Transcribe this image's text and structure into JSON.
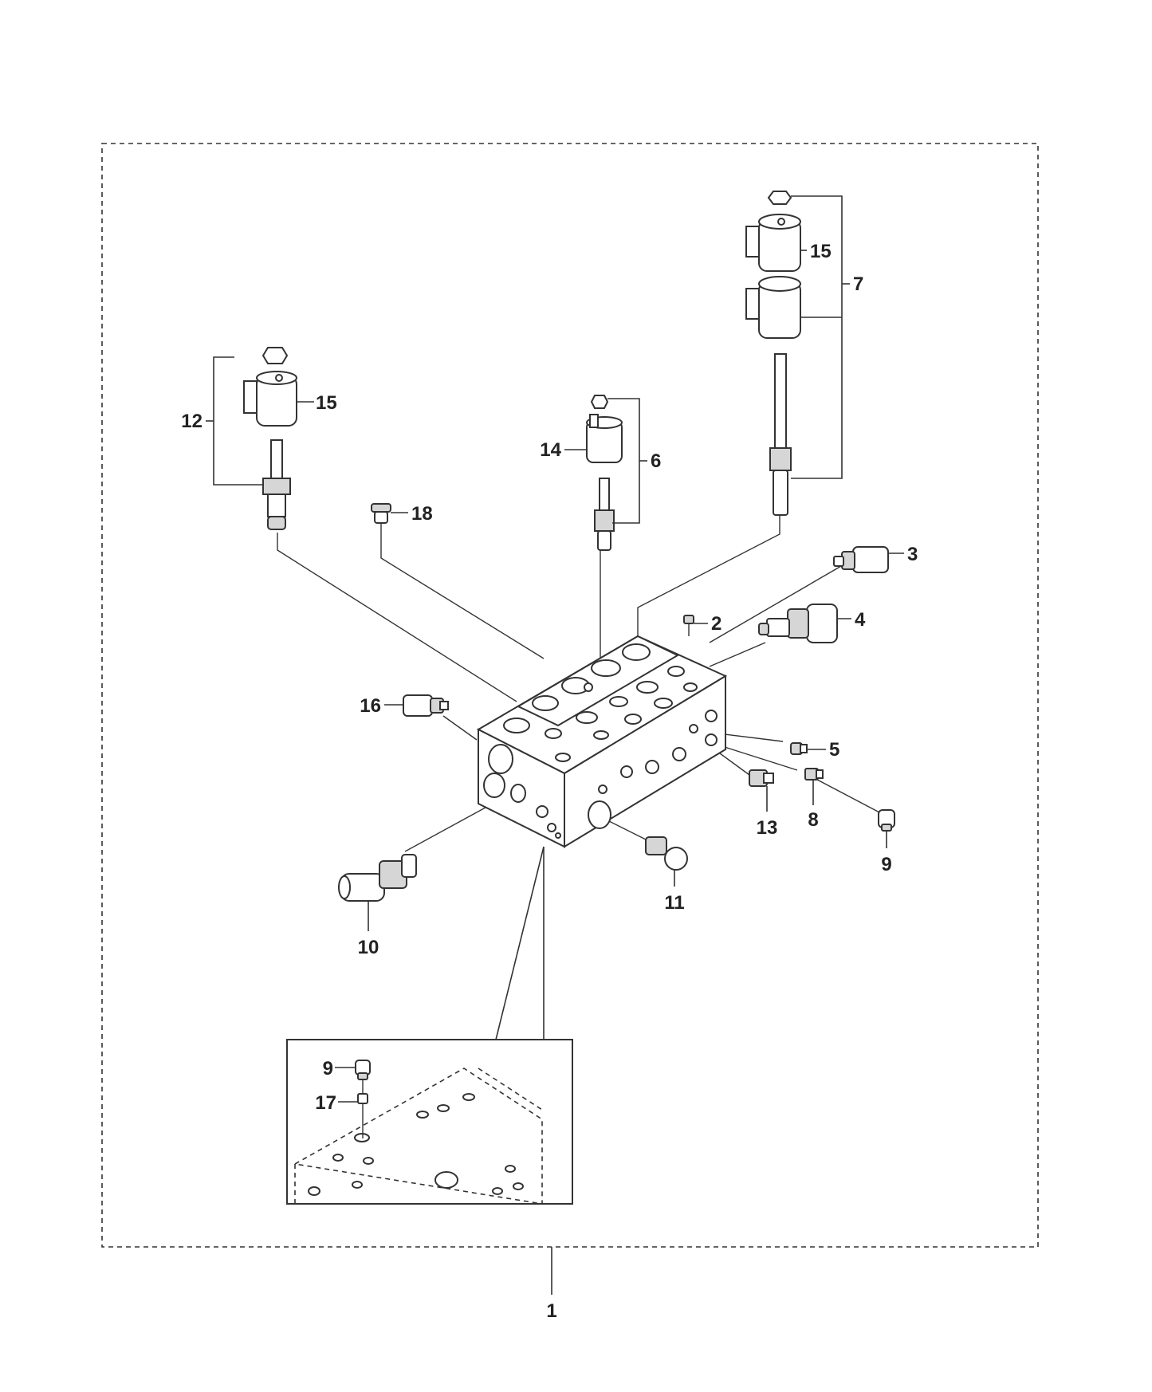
{
  "diagram": {
    "type": "exploded parts view",
    "subject": "hydraulic valve manifold block with solenoid valve cartridges",
    "colors": {
      "line": "#333333",
      "background": "#ffffff",
      "shade": "#d6d6d6"
    }
  },
  "callouts": {
    "c1": "1",
    "c2": "2",
    "c3": "3",
    "c4": "4",
    "c5": "5",
    "c6": "6",
    "c7": "7",
    "c8": "8",
    "c9a": "9",
    "c9b": "9",
    "c10": "10",
    "c11": "11",
    "c12": "12",
    "c13": "13",
    "c14": "14",
    "c15a": "15",
    "c15b": "15",
    "c16": "16",
    "c17": "17",
    "c18": "18"
  }
}
